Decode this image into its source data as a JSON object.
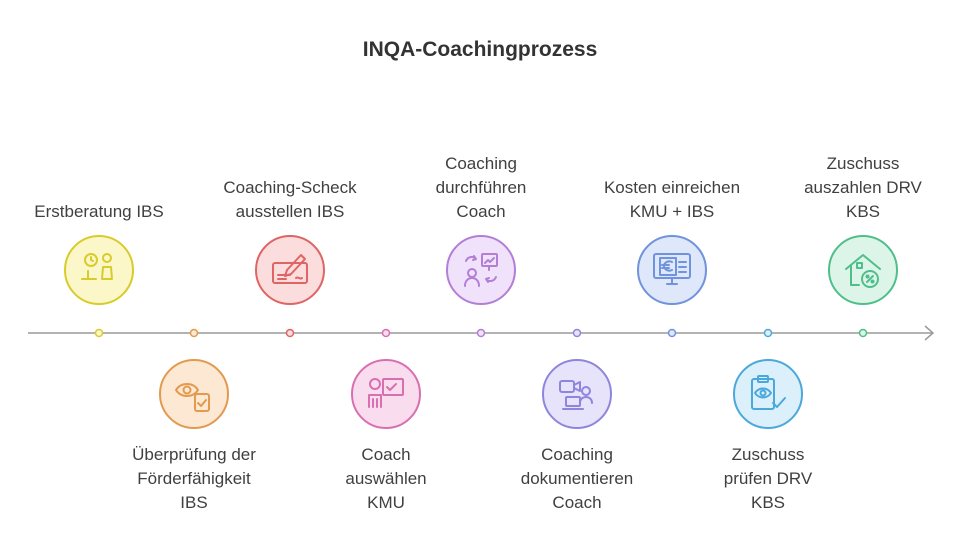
{
  "title": "INQA-Coachingprozess",
  "steps": [
    {
      "label": "Erstberatung IBS",
      "icon": "consultation-icon",
      "color": "#d8cc2c",
      "fill": "#fbf7c8"
    },
    {
      "label": "Überprüfung der Förderfähigkeit IBS",
      "icon": "eye-clipboard-icon",
      "color": "#e29a4e",
      "fill": "#fde8d3"
    },
    {
      "label": "Coaching-Scheck ausstellen IBS",
      "icon": "check-signing-icon",
      "color": "#e06464",
      "fill": "#fcdddd"
    },
    {
      "label": "Coach auswählen KMU",
      "icon": "coach-board-icon",
      "color": "#d86fb0",
      "fill": "#f9ddee"
    },
    {
      "label": "Coaching durchführen Coach",
      "icon": "coaching-session-icon",
      "color": "#b37fd6",
      "fill": "#f0e2fa"
    },
    {
      "label": "Coaching dokumentieren Coach",
      "icon": "video-laptop-icon",
      "color": "#8e86dc",
      "fill": "#e6e3fa"
    },
    {
      "label": "Kosten einreichen KMU + IBS",
      "icon": "euro-invoice-monitor-icon",
      "color": "#6f93dc",
      "fill": "#dfe8fa"
    },
    {
      "label": "Zuschuss prüfen DRV KBS",
      "icon": "clipboard-eye-check-icon",
      "color": "#4ba8dc",
      "fill": "#dcf0fb"
    },
    {
      "label": "Zuschuss auszahlen DRV KBS",
      "icon": "house-percent-icon",
      "color": "#4fbf8a",
      "fill": "#ddf5e8"
    }
  ],
  "colors": {
    "axis": "#9a9a9a",
    "text": "#404040"
  }
}
